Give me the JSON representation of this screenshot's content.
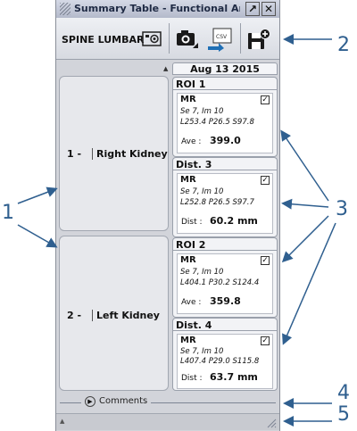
{
  "window": {
    "title": "Summary Table - Functional An..."
  },
  "toolbar": {
    "protocol": "SPINE LUMBAR"
  },
  "date_header": "Aug 13 2015",
  "rows": [
    {
      "index": "1 -",
      "label": "Right Kidney"
    },
    {
      "index": "2 -",
      "label": "Left Kidney"
    }
  ],
  "cards": [
    {
      "title": "ROI 1",
      "modality": "MR",
      "line1": "Se 7, Im 10",
      "line2": "L253.4 P26.5 S97.8",
      "measure_label": "Ave :",
      "value": "399.0"
    },
    {
      "title": "Dist. 3",
      "modality": "MR",
      "line1": "Se 7, Im 10",
      "line2": "L252.8 P26.5 S97.7",
      "measure_label": "Dist :",
      "value": "60.2 mm"
    },
    {
      "title": "ROI 2",
      "modality": "MR",
      "line1": "Se 7, Im 10",
      "line2": "L404.1 P30.2 S124.4",
      "measure_label": "Ave :",
      "value": "359.8"
    },
    {
      "title": "Dist. 4",
      "modality": "MR",
      "line1": "Se 7, Im 10",
      "line2": "L407.4 P29.0 S115.8",
      "measure_label": "Dist :",
      "value": "63.7 mm"
    }
  ],
  "comments_label": "Comments",
  "callouts": {
    "c1": "1",
    "c2": "2",
    "c3": "3",
    "c4": "4",
    "c5": "5"
  }
}
